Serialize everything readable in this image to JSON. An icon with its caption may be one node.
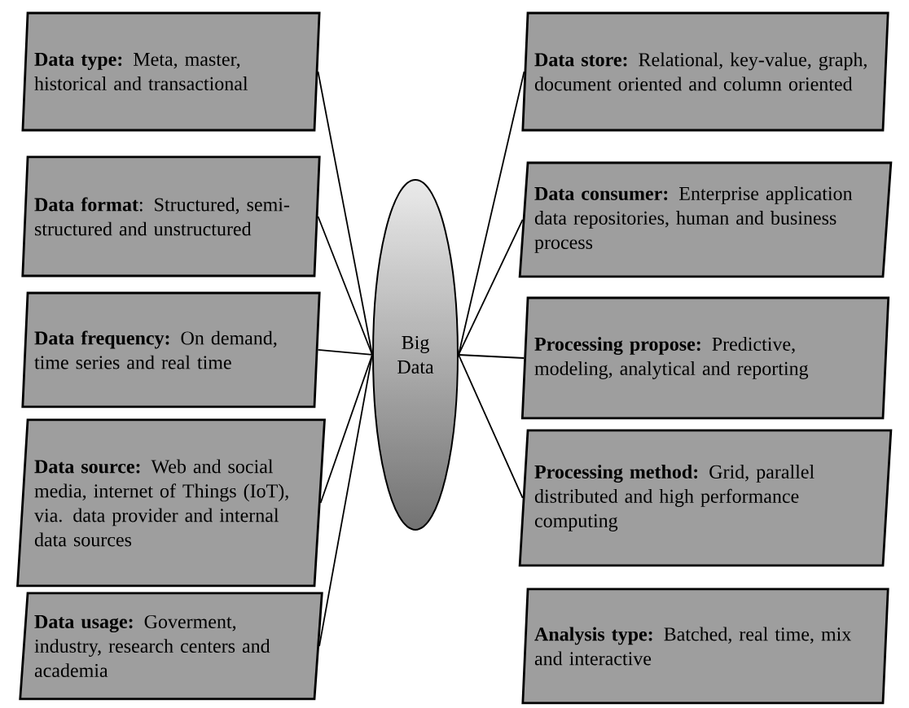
{
  "diagram": {
    "nodes": [
      {
        "text": [
          "Big Data"
        ]
      },
      {
        "text": [
          "**Data type:** Meta, master, historical and transactional"
        ]
      },
      {
        "text": [
          "**Data format**: Structured, semi-structured and unstructured"
        ]
      },
      {
        "text": [
          "**Data frequency:** On demand, time series and real time"
        ]
      },
      {
        "text": [
          "**Data source:** Web and social media, internet of Things (IoT), via. data provider and internal data sources"
        ]
      },
      {
        "text": [
          "**Data usage:** Goverment, industry, research centers and academia"
        ]
      },
      {
        "text": [
          "**Data store:** Relational, key-value, graph, document oriented and column oriented"
        ]
      },
      {
        "text": [
          "**Data consumer:** Enterprise application data repositories, human and business process"
        ]
      },
      {
        "text": [
          "**Processing propose:** Predictive, modeling, analytical and reporting"
        ]
      },
      {
        "text": [
          "**Processing method:** Grid, parallel distributed and high performance computing"
        ]
      },
      {
        "text": [
          "**Analysis type:** Batched, real time, mix and interactive"
        ]
      }
    ],
    "edges": [
      {
        "from": 0,
        "to": 1,
        "arrow": "none"
      },
      {
        "from": 0,
        "to": 2,
        "arrow": "none"
      },
      {
        "from": 0,
        "to": 3,
        "arrow": "none"
      },
      {
        "from": 0,
        "to": 4,
        "arrow": "none"
      },
      {
        "from": 0,
        "to": 5,
        "arrow": "none"
      },
      {
        "from": 0,
        "to": 6,
        "arrow": "none"
      },
      {
        "from": 0,
        "to": 7,
        "arrow": "none"
      },
      {
        "from": 0,
        "to": 8,
        "arrow": "none"
      },
      {
        "from": 0,
        "to": 9,
        "arrow": "none"
      }
    ]
  }
}
